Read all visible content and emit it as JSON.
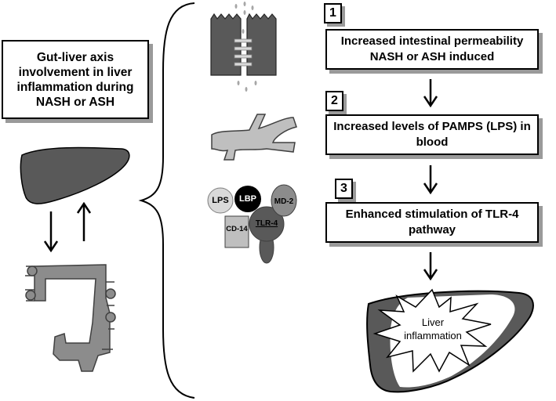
{
  "title": "Gut-liver axis involvement in liver inflammation during NASH or ASH",
  "steps": [
    {
      "number": "1",
      "text": "Increased intestinal permeability NASH or ASH induced"
    },
    {
      "number": "2",
      "text": "Increased levels of PAMPS (LPS) in blood"
    },
    {
      "number": "3",
      "text": "Enhanced stimulation of TLR-4 pathway"
    }
  ],
  "receptor_labels": {
    "lps": "LPS",
    "lbp": "LBP",
    "md2": "MD-2",
    "cd14": "CD-14",
    "tlr4": "TLR-4"
  },
  "outcome": "Liver inflammation",
  "colors": {
    "dark_gray": "#595959",
    "mid_gray": "#8c8c8c",
    "light_gray": "#bfbfbf",
    "lps_gray": "#d9d9d9",
    "lbp_black": "#000000",
    "shadow": "#9a9a9a"
  }
}
